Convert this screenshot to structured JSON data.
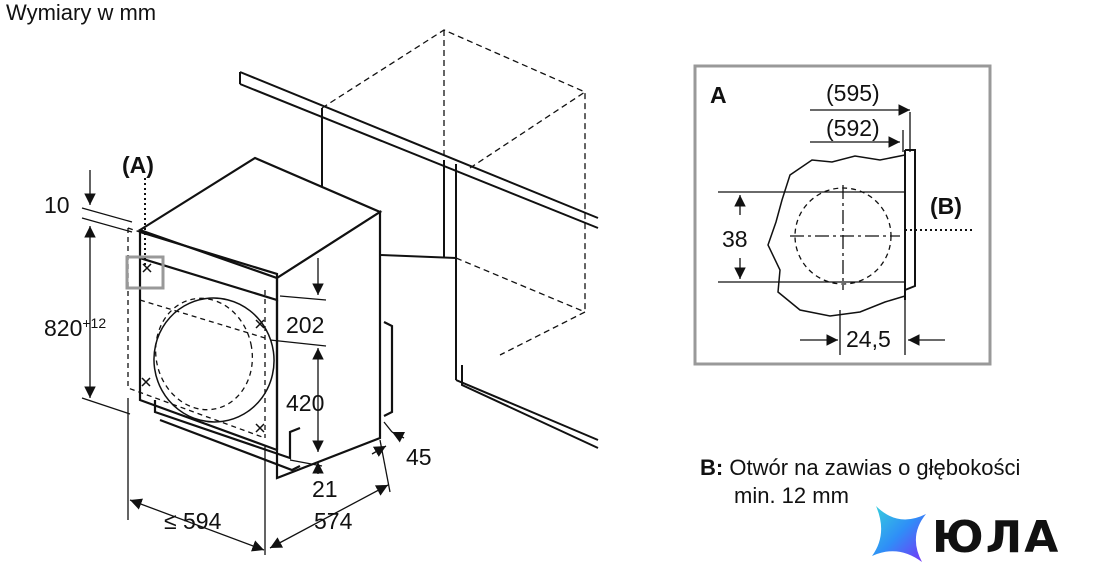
{
  "title": "Wymiary w mm",
  "main_view": {
    "detail_ref": "(A)",
    "dim_top_gap": "10",
    "dim_height": "820",
    "dim_height_tolerance": "+12",
    "dim_hinge_top": "202",
    "dim_hinge_spacing": "420",
    "dim_bottom_offset": "21",
    "dim_plinth": "45",
    "dim_width": "≤ 594",
    "dim_depth": "574"
  },
  "detail_a": {
    "label": "A",
    "dim_outer": "(595)",
    "dim_inner": "(592)",
    "dim_hole_height": "38",
    "dim_hole_offset": "24,5",
    "hole_ref": "(B)"
  },
  "note": {
    "key": "B:",
    "line1": "Otwór na zawias o głębokości",
    "line2": "min. 12 mm"
  },
  "logo": {
    "text": "ЮЛА",
    "colors": [
      "#7b2ff7",
      "#2f8ef7",
      "#36d1dc"
    ]
  }
}
